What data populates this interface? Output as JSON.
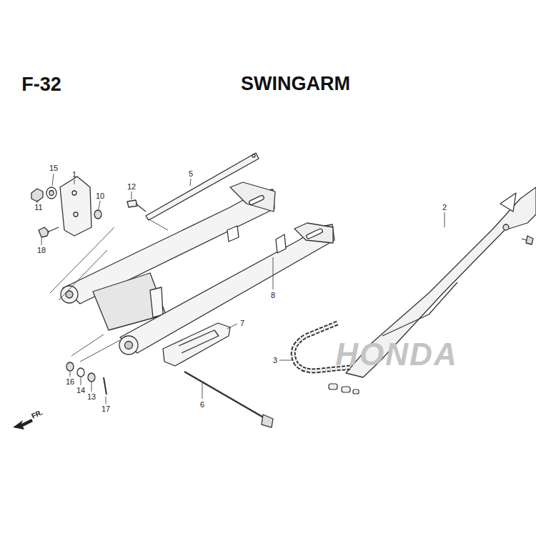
{
  "diagram": {
    "title": "SWINGARM",
    "labels": [
      "F-32",
      "5",
      "15",
      "1",
      "12",
      "10",
      "2",
      "11",
      "18",
      "8",
      "7",
      "3",
      "16",
      "14",
      "13",
      "17",
      "6",
      "FR.",
      "HONDA"
    ]
  }
}
